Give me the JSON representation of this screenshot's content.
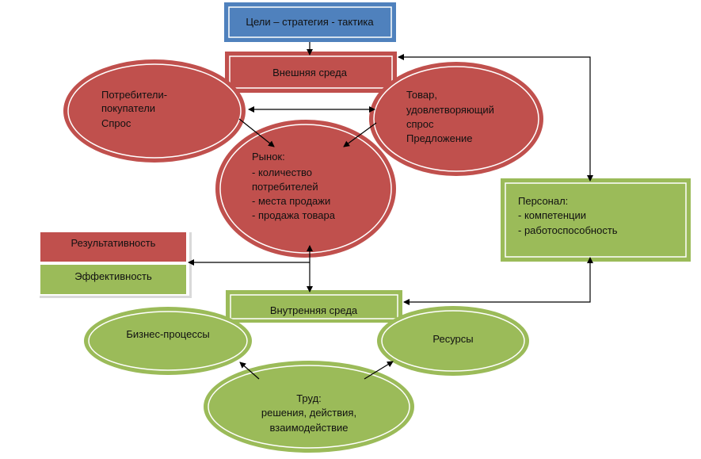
{
  "colors": {
    "blue": "#4F81BD",
    "red": "#C0504D",
    "green": "#9BBB59"
  },
  "nodes": {
    "goals": "Цели – стратегия - тактика",
    "external": "Внешняя среда",
    "consumers": [
      "Потребители-",
      "покупатели",
      "Спрос"
    ],
    "product": [
      "Товар,",
      "удовлетворяющий",
      "спрос",
      "Предложение"
    ],
    "market": [
      "Рынок:",
      "- количество",
      "потребителей",
      "- места продажи",
      "- продажа товара"
    ],
    "personnel": [
      "Персонал:",
      "- компетенции",
      "- работоспособность"
    ],
    "result": "Результативность",
    "efficiency": "Эффективность",
    "internal": "Внутренняя среда",
    "processes": "Бизнес-процессы",
    "resources": "Ресурсы",
    "labor": [
      "Труд:",
      "решения, действия,",
      "взаимодействие"
    ]
  }
}
